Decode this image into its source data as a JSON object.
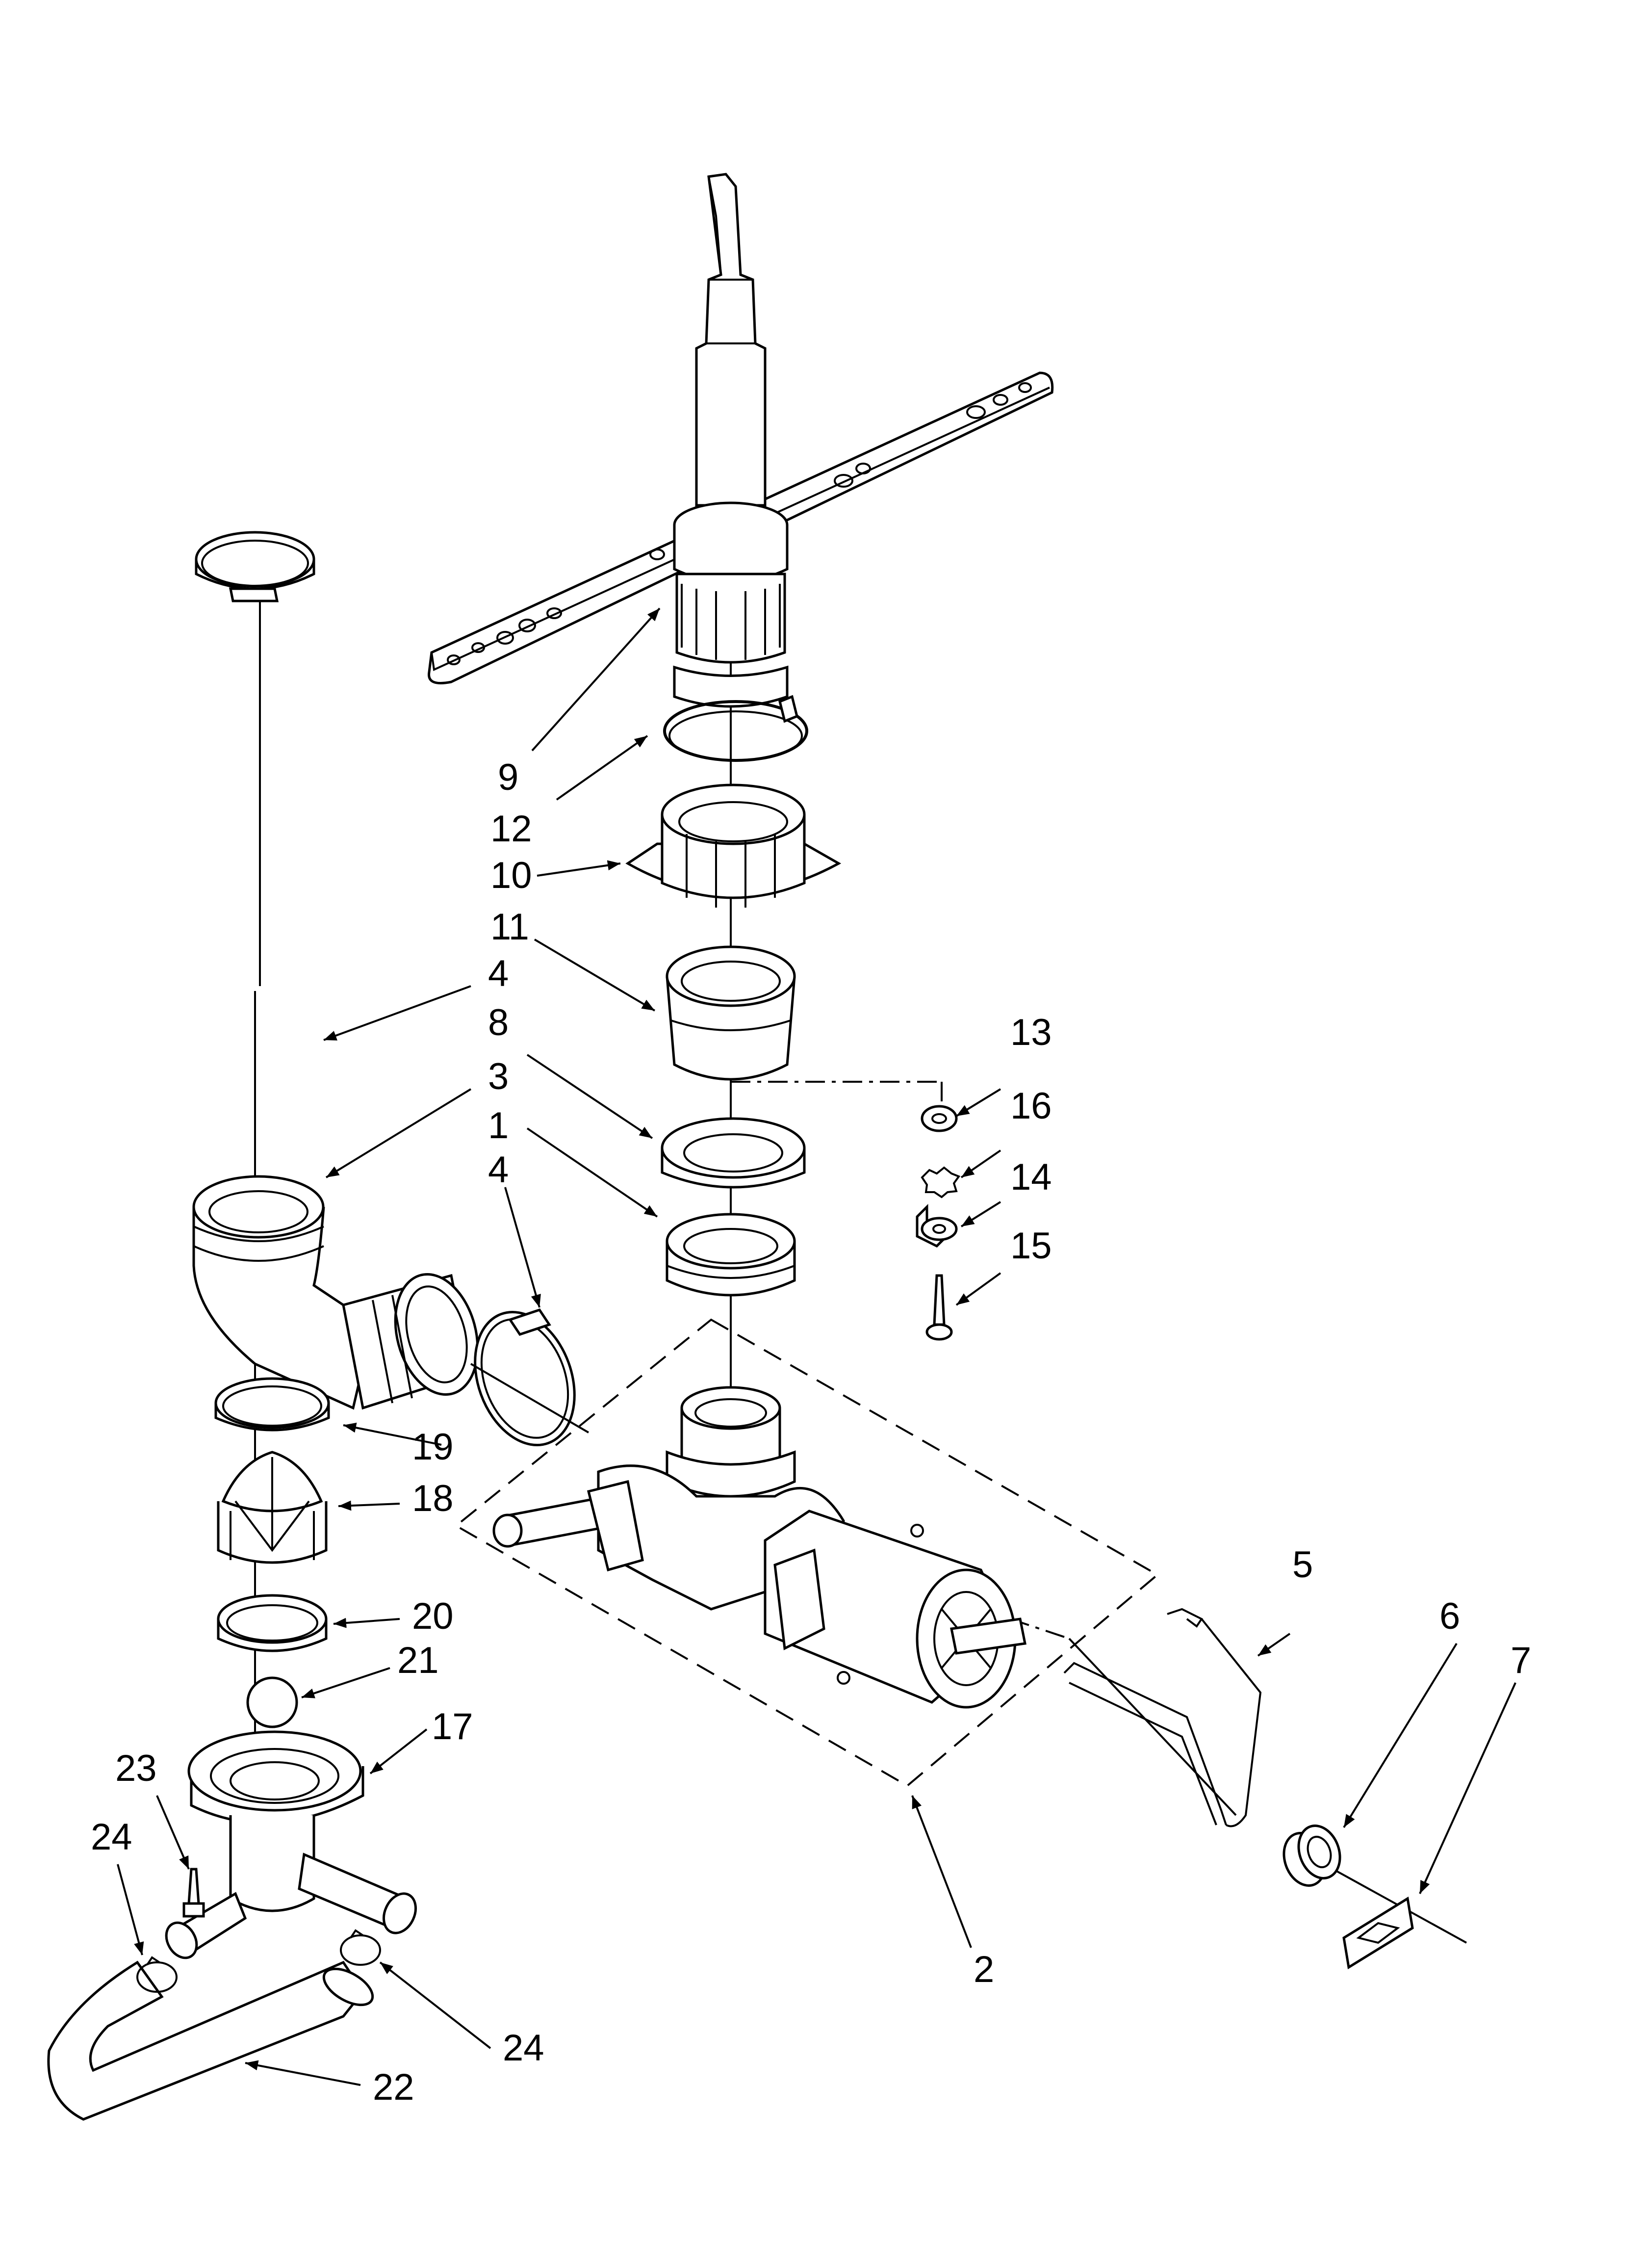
{
  "labels": {
    "p1": "1",
    "p2": "2",
    "p3": "3",
    "p4a": "4",
    "p4b": "4",
    "p5": "5",
    "p6": "6",
    "p7": "7",
    "p8": "8",
    "p9": "9",
    "p10": "10",
    "p11": "11",
    "p12": "12",
    "p13": "13",
    "p14": "14",
    "p15": "15",
    "p16": "16",
    "p17": "17",
    "p18": "18",
    "p19": "19",
    "p20": "20",
    "p21": "21",
    "p22": "22",
    "p23": "23",
    "p24a": "24",
    "p24b": "24"
  }
}
